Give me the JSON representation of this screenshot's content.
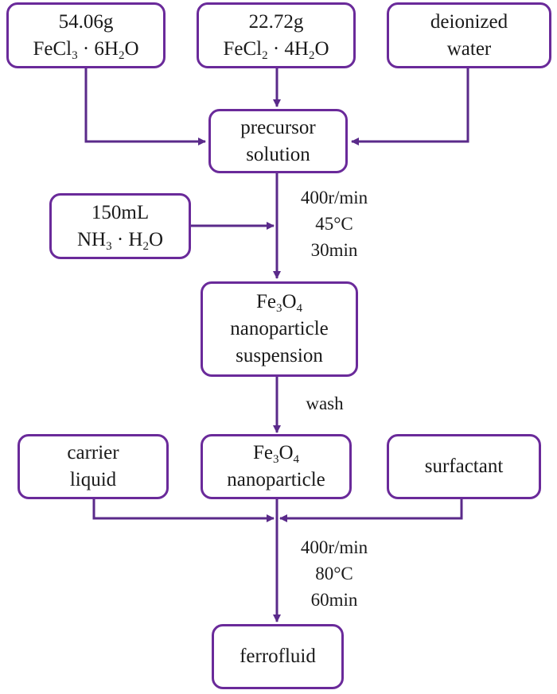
{
  "nodes": {
    "fecl3": {
      "line1": "54.06g",
      "formula": [
        [
          "FeCl",
          "3"
        ],
        [
          " · 6H",
          "2"
        ],
        [
          "O",
          ""
        ]
      ]
    },
    "fecl2": {
      "line1": "22.72g",
      "formula": [
        [
          "FeCl",
          "2"
        ],
        [
          " · 4H",
          "2"
        ],
        [
          "O",
          ""
        ]
      ]
    },
    "water": {
      "line1": "deionized",
      "line2": "water"
    },
    "precursor": {
      "line1": "precursor",
      "line2": "solution"
    },
    "ammonia": {
      "line1": "150mL",
      "formula": [
        [
          "NH",
          "3"
        ],
        [
          " · H",
          "2"
        ],
        [
          "O",
          ""
        ]
      ]
    },
    "suspension": {
      "formula": [
        [
          "Fe",
          "3"
        ],
        [
          "O",
          "4"
        ]
      ],
      "line2": "nanoparticle",
      "line3": "suspension"
    },
    "carrier": {
      "line1": "carrier",
      "line2": "liquid"
    },
    "nanoparticle": {
      "formula": [
        [
          "Fe",
          "3"
        ],
        [
          "O",
          "4"
        ]
      ],
      "line2": "nanoparticle"
    },
    "surfactant": {
      "line1": "surfactant"
    },
    "ferrofluid": {
      "line1": "ferrofluid"
    }
  },
  "conditions": {
    "step1": [
      "400r/min",
      "45°C",
      "30min"
    ],
    "wash": "wash",
    "step2": [
      "400r/min",
      "80°C",
      "60min"
    ]
  },
  "colors": {
    "stroke": "#6a2a9a"
  }
}
